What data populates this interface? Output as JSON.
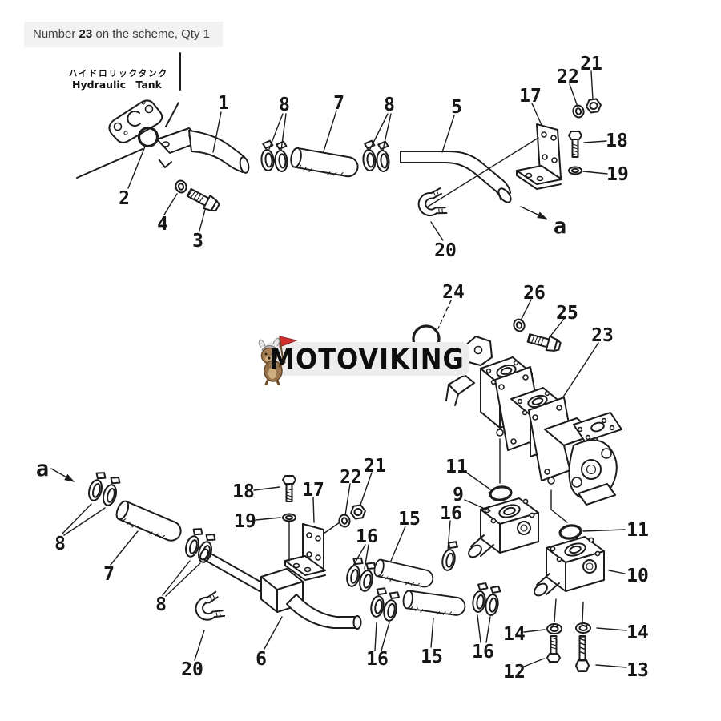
{
  "note": {
    "prefix": "Number ",
    "number": "23",
    "suffix": " on the scheme, Qty 1"
  },
  "tank": {
    "label_jp": "ハイドロリックタンク",
    "label_en": "Hydraulic Tank"
  },
  "watermark": {
    "brand": "MOTOVIKING",
    "mascot": "viking-dog-with-red-flag",
    "flag_color": "#d32f2f",
    "panel_color": "#ededed"
  },
  "diagram": {
    "line_color": "#1c1c1c",
    "background": "#ffffff",
    "view_markers": [
      "a",
      "a"
    ],
    "callouts": [
      "1",
      "2",
      "4",
      "3",
      "8",
      "7",
      "8",
      "5",
      "20",
      "17",
      "22",
      "21",
      "18",
      "19",
      "24",
      "26",
      "25",
      "23",
      "11",
      "9",
      "16",
      "15",
      "21",
      "22",
      "18",
      "19",
      "17",
      "8",
      "7",
      "8",
      "20",
      "6",
      "16",
      "16",
      "15",
      "16",
      "11",
      "10",
      "14",
      "14",
      "12",
      "13"
    ]
  }
}
